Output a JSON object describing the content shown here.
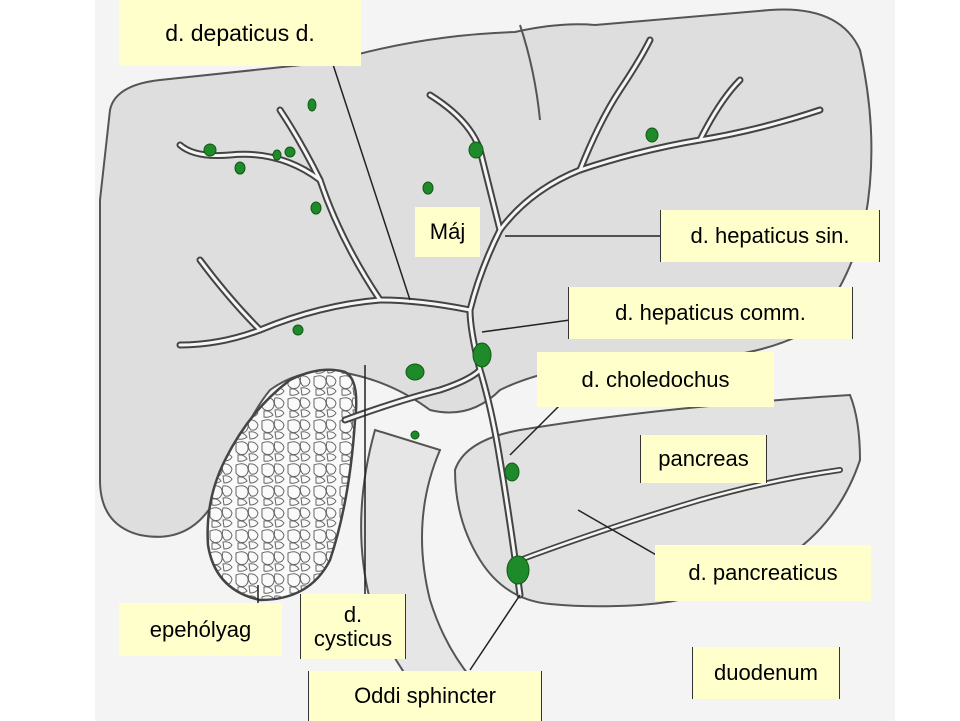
{
  "labels": {
    "depaticus": "d. depaticus d.",
    "maj": "Máj",
    "hepaticus_sin": "d. hepaticus sin.",
    "hepaticus_comm": "d. hepaticus comm.",
    "choledochus": "d. choledochus",
    "pancreas": "pancreas",
    "pancreaticus": "d. pancreaticus",
    "epeholyag": "epehólyag",
    "cysticus_line1": "d.",
    "cysticus_line2": "cysticus",
    "oddi": "Oddi sphincter",
    "duodenum": "duodenum"
  },
  "colors": {
    "label_bg": "#ffffcc",
    "nodule": "#1f8a2a",
    "outline": "#555555",
    "organ_fill": "#dcdcdc"
  }
}
